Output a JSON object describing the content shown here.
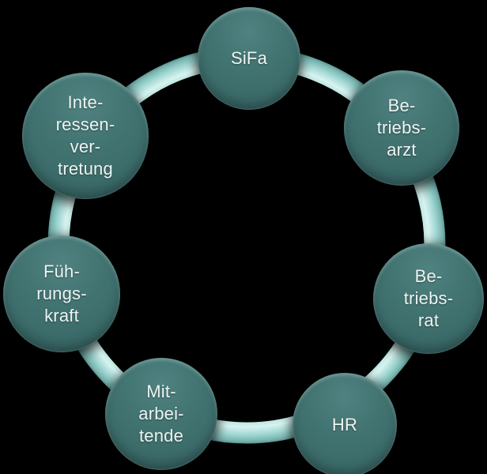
{
  "background_color": "#000000",
  "diagram": {
    "type": "cycle",
    "ring": {
      "highlight_color": "#d8f3f0",
      "base_color": "#9fd6d1",
      "shadow_color": "#568f8b"
    },
    "node_fill_color": "#3e706f",
    "node_text_color": "#eef4f3",
    "nodes": [
      {
        "id": "sifa",
        "label": "SiFa",
        "lines": [
          "SiFa"
        ]
      },
      {
        "id": "betriebsarzt",
        "label": "Betriebsarzt",
        "lines": [
          "Be-",
          "triebs-",
          "arzt"
        ]
      },
      {
        "id": "betriebsrat",
        "label": "Betriebsrat",
        "lines": [
          "Be-",
          "triebs-",
          "rat"
        ]
      },
      {
        "id": "hr",
        "label": "HR",
        "lines": [
          "HR"
        ]
      },
      {
        "id": "mitarbeitende",
        "label": "Mitarbeitende",
        "lines": [
          "Mit-",
          "arbei-",
          "tende"
        ]
      },
      {
        "id": "fuehrungskraft",
        "label": "Führungskraft",
        "lines": [
          "Füh-",
          "rungs-",
          "kraft"
        ]
      },
      {
        "id": "interessenvertretung",
        "label": "Interessenvertretung",
        "lines": [
          "Inte-",
          "ressen-",
          "ver-",
          "tretung"
        ]
      }
    ]
  }
}
